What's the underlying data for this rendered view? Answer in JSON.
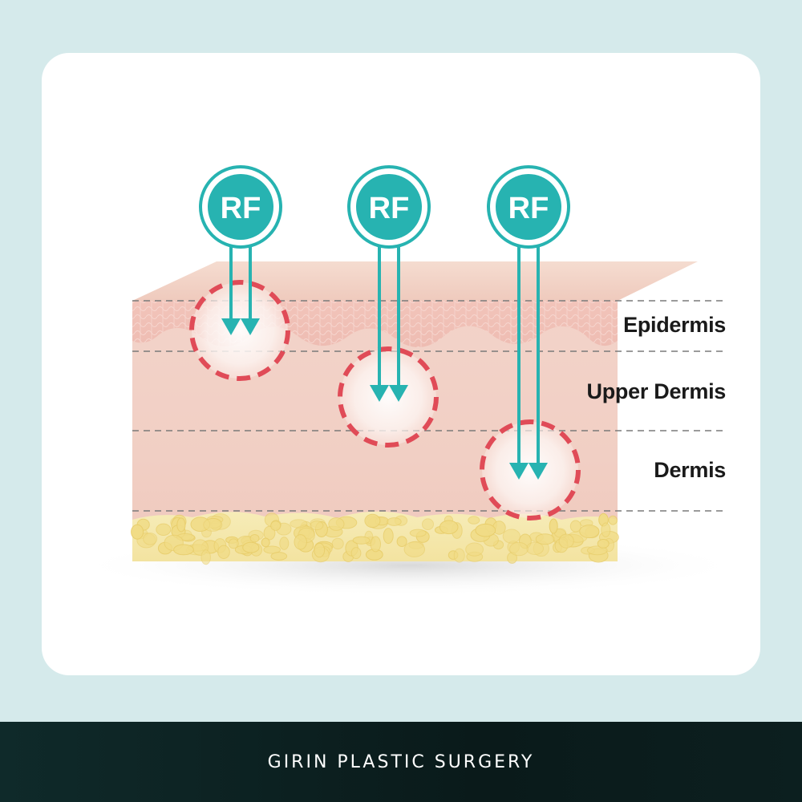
{
  "rf_badges": [
    {
      "label": "RF",
      "target_layer": "Epidermis"
    },
    {
      "label": "RF",
      "target_layer": "Upper Dermis"
    },
    {
      "label": "RF",
      "target_layer": "Dermis"
    }
  ],
  "layers": {
    "epidermis": "Epidermis",
    "upper_dermis": "Upper Dermis",
    "dermis": "Dermis"
  },
  "footer": {
    "brand": "GIRIN PLASTIC SURGERY"
  },
  "colors": {
    "page_background": "#d5eaeb",
    "teal_accent": "#25b5b3",
    "target_ring": "#e04b57",
    "skin": "#f3d2c8",
    "fat": "#f4e69a"
  }
}
